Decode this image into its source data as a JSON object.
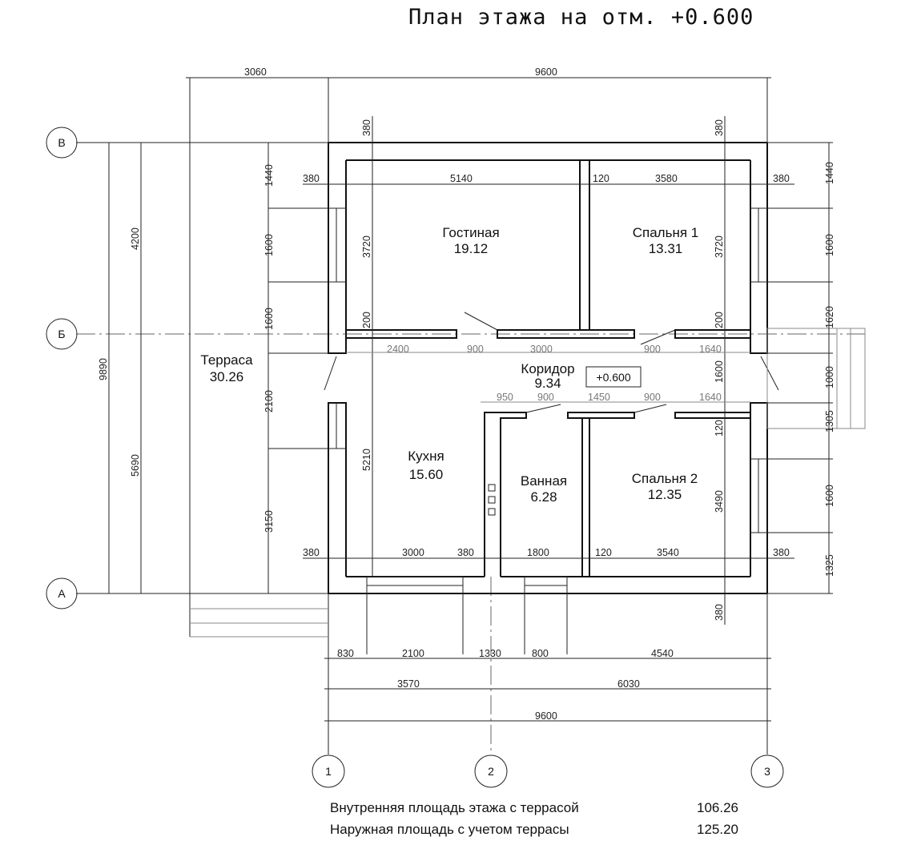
{
  "title": "План этажа на отм. +0.600",
  "level_mark": "+0.600",
  "axes": {
    "rows": [
      "В",
      "Б",
      "А"
    ],
    "cols": [
      "1",
      "2",
      "3"
    ]
  },
  "rooms": [
    {
      "name": "Гостиная",
      "area": "19.12"
    },
    {
      "name": "Спальня 1",
      "area": "13.31"
    },
    {
      "name": "Терраса",
      "area": "30.26"
    },
    {
      "name": "Коридор",
      "area": "9.34"
    },
    {
      "name": "Кухня",
      "area": "15.60"
    },
    {
      "name": "Ванная",
      "area": "6.28"
    },
    {
      "name": "Спальня 2",
      "area": "12.35"
    }
  ],
  "dims": {
    "top": [
      "3060",
      "9600"
    ],
    "upper_row": [
      "380",
      "5140",
      "120",
      "3580",
      "380"
    ],
    "corridor_north": [
      "2400",
      "900",
      "3000",
      "900",
      "1640"
    ],
    "corridor_south": [
      "950",
      "900",
      "1450",
      "900",
      "1640"
    ],
    "lower_row": [
      "380",
      "3000",
      "380",
      "1800",
      "120",
      "3540",
      "380"
    ],
    "bottom_1": [
      "830",
      "2100",
      "1330",
      "800",
      "4540"
    ],
    "bottom_2": [
      "3570",
      "6030"
    ],
    "bottom_3": [
      "9600"
    ],
    "left_overall": [
      "9890"
    ],
    "left_axes": [
      "4200",
      "5690"
    ],
    "left_openings": [
      "1440",
      "1600",
      "1600",
      "2100",
      "3150"
    ],
    "inner_left": [
      "380",
      "3720",
      "200",
      "5210"
    ],
    "inner_right": [
      "380",
      "3720",
      "200",
      "1600",
      "120",
      "3490",
      "380"
    ],
    "right_openings": [
      "1440",
      "1600",
      "1620",
      "1000",
      "1305",
      "1600",
      "1325"
    ]
  },
  "footer": [
    {
      "label": "Внутренняя площадь этажа с террасой",
      "value": "106.26"
    },
    {
      "label": "Наружная площадь с учетом террасы",
      "value": "125.20"
    }
  ]
}
